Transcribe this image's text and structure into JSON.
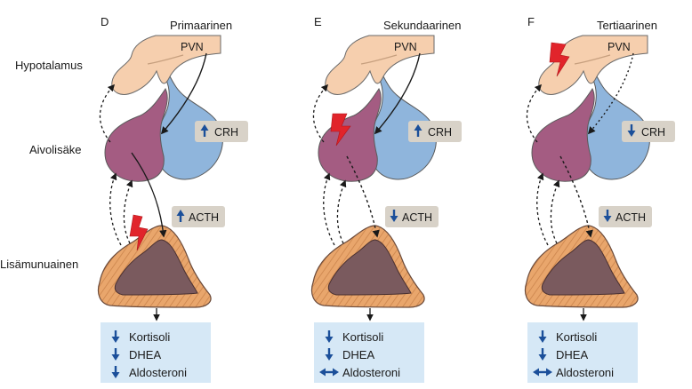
{
  "row_labels": [
    "Hypotalamus",
    "Aivolisäke",
    "Lisämunuainen"
  ],
  "panels": [
    {
      "letter": "D",
      "title": "Primaarinen",
      "pvn": "PVN",
      "crh": {
        "label": "CRH",
        "direction": "up"
      },
      "acth": {
        "label": "ACTH",
        "direction": "up"
      },
      "outputs": [
        {
          "label": "Kortisoli",
          "direction": "down"
        },
        {
          "label": "DHEA",
          "direction": "down"
        },
        {
          "label": "Aldosteroni",
          "direction": "down"
        }
      ]
    },
    {
      "letter": "E",
      "title": "Sekundaarinen",
      "pvn": "PVN",
      "crh": {
        "label": "CRH",
        "direction": "up"
      },
      "acth": {
        "label": "ACTH",
        "direction": "down"
      },
      "outputs": [
        {
          "label": "Kortisoli",
          "direction": "down"
        },
        {
          "label": "DHEA",
          "direction": "down"
        },
        {
          "label": "Aldosteroni",
          "direction": "both"
        }
      ]
    },
    {
      "letter": "F",
      "title": "Tertiaarinen",
      "pvn": "PVN",
      "crh": {
        "label": "CRH",
        "direction": "down"
      },
      "acth": {
        "label": "ACTH",
        "direction": "down"
      },
      "outputs": [
        {
          "label": "Kortisoli",
          "direction": "down"
        },
        {
          "label": "DHEA",
          "direction": "down"
        },
        {
          "label": "Aldosteroni",
          "direction": "both"
        }
      ]
    }
  ],
  "colors": {
    "hypothalamus": "#f6cfae",
    "pituitary_anterior": "#a45c82",
    "pituitary_posterior": "#8fb5dc",
    "adrenal_cortex": "#e9a66c",
    "adrenal_medulla": "#7a5a5e",
    "lesion": "#e1242b",
    "badge": "#d8d2c8",
    "output_box": "#d6e8f6",
    "arrow_blue": "#1b4f9a"
  }
}
